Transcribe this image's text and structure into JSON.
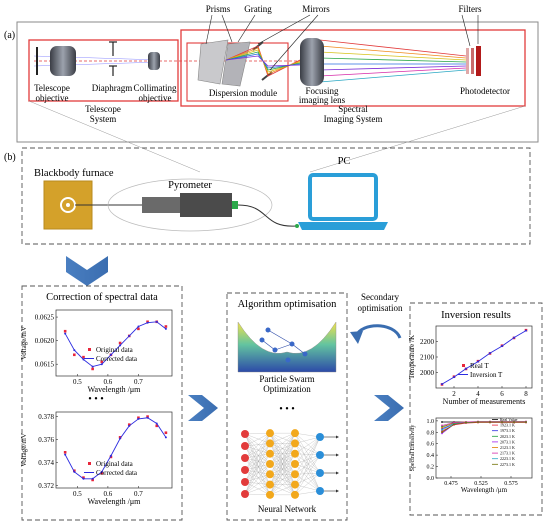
{
  "panel_a": {
    "label": "(a)",
    "top_labels": {
      "prisms": "Prisms",
      "grating": "Grating",
      "mirrors": "Mirrors",
      "filters": "Filters"
    },
    "components": {
      "telescope_objective": [
        "Telescope",
        "objective"
      ],
      "diaphragm": "Diaphragm",
      "collimating_objective": [
        "Collimating",
        "objective"
      ],
      "dispersion_module": "Dispersion module",
      "focusing_lens": [
        "Focusing",
        "imaging lens"
      ],
      "photodetector": "Photodetector"
    },
    "systems": {
      "telescope": [
        "Telescope",
        "System"
      ],
      "spectral": [
        "Spectral",
        "Imaging System"
      ]
    }
  },
  "panel_b": {
    "label": "(b)",
    "blackbody": "Blackbody furnace",
    "pyrometer": "Pyrometer",
    "pc": "PC"
  },
  "boxes": {
    "correction": {
      "title": "Correction of spectral data",
      "dots": "• • •",
      "legend": [
        "Original data",
        "Corrected data"
      ]
    },
    "algorithm": {
      "title": "Algorithm optimisation",
      "pso": [
        "Particle Swarm",
        "Optimization"
      ],
      "dots": "• • •",
      "nn": "Neural Network"
    },
    "secondary": [
      "Secondary",
      "optimisation"
    ],
    "inversion": {
      "title": "Inversion results"
    }
  },
  "chart_data": [
    {
      "type": "line",
      "title": "",
      "xlabel": "Wavelength /μm",
      "ylabel": "Voltage/mV",
      "xlim": [
        0.43,
        0.81
      ],
      "ylim": [
        0.06125,
        0.06265
      ],
      "xticks": [
        0.5,
        0.6,
        0.7
      ],
      "yticks": [
        0.0615,
        0.062,
        0.0625
      ],
      "ytick_labels": [
        "0.0615",
        "0.0620",
        "0.0625"
      ],
      "series": [
        {
          "name": "Original data",
          "style": "marker",
          "color": "#e8263b",
          "x": [
            0.46,
            0.49,
            0.52,
            0.55,
            0.58,
            0.61,
            0.64,
            0.67,
            0.7,
            0.73,
            0.76,
            0.79
          ],
          "y": [
            0.0622,
            0.0617,
            0.06165,
            0.0614,
            0.06155,
            0.0617,
            0.06195,
            0.0621,
            0.06225,
            0.0624,
            0.0624,
            0.0623
          ]
        },
        {
          "name": "Corrected data",
          "style": "line",
          "color": "#2c2ce0",
          "x": [
            0.46,
            0.49,
            0.52,
            0.55,
            0.58,
            0.61,
            0.64,
            0.67,
            0.7,
            0.73,
            0.76,
            0.79
          ],
          "y": [
            0.06215,
            0.0618,
            0.0616,
            0.06145,
            0.0615,
            0.0617,
            0.0619,
            0.0621,
            0.0623,
            0.06238,
            0.0624,
            0.06225
          ]
        }
      ]
    },
    {
      "type": "line",
      "title": "",
      "xlabel": "Wavelength /μm",
      "ylabel": "Voltage/mV",
      "xlim": [
        0.43,
        0.81
      ],
      "ylim": [
        0.3718,
        0.3784
      ],
      "xticks": [
        0.5,
        0.6,
        0.7
      ],
      "yticks": [
        0.372,
        0.374,
        0.376,
        0.378
      ],
      "ytick_labels": [
        "0.372",
        "0.374",
        "0.376",
        "0.378"
      ],
      "series": [
        {
          "name": "Original data",
          "style": "marker",
          "color": "#e8263b",
          "x": [
            0.46,
            0.49,
            0.52,
            0.55,
            0.58,
            0.61,
            0.64,
            0.67,
            0.7,
            0.73,
            0.76,
            0.79
          ],
          "y": [
            0.3749,
            0.3733,
            0.3727,
            0.3725,
            0.3731,
            0.3745,
            0.3762,
            0.3773,
            0.3779,
            0.378,
            0.3772,
            0.3766
          ]
        },
        {
          "name": "Corrected data",
          "style": "line",
          "color": "#2c2ce0",
          "x": [
            0.46,
            0.49,
            0.52,
            0.55,
            0.58,
            0.61,
            0.64,
            0.67,
            0.7,
            0.73,
            0.76,
            0.79
          ],
          "y": [
            0.3747,
            0.3732,
            0.3726,
            0.3726,
            0.3732,
            0.3746,
            0.3761,
            0.3772,
            0.3778,
            0.3779,
            0.3774,
            0.3762
          ]
        }
      ]
    },
    {
      "type": "line",
      "title": "",
      "xlabel": "Number of measurements",
      "ylabel": "Temperature /K",
      "xlim": [
        0.5,
        8.5
      ],
      "ylim": [
        1900,
        2300
      ],
      "xticks": [
        2,
        4,
        6,
        8
      ],
      "yticks": [
        2000,
        2100,
        2200
      ],
      "series": [
        {
          "name": "Real T",
          "style": "marker",
          "color": "#e8263b",
          "x": [
            1,
            2,
            3,
            4,
            5,
            6,
            7,
            8
          ],
          "y": [
            1923,
            1973,
            2023,
            2073,
            2123,
            2173,
            2223,
            2273
          ]
        },
        {
          "name": "Inversion T",
          "style": "line",
          "color": "#2c2ce0",
          "x": [
            1,
            2,
            3,
            4,
            5,
            6,
            7,
            8
          ],
          "y": [
            1925,
            1970,
            2025,
            2070,
            2125,
            2170,
            2225,
            2270
          ]
        }
      ]
    },
    {
      "type": "line",
      "title": "",
      "xlabel": "Wavelength /μm",
      "ylabel": "Spectral Emissivity",
      "xlim": [
        0.45,
        0.61
      ],
      "ylim": [
        0.0,
        1.05
      ],
      "xticks": [
        0.475,
        0.525,
        0.575
      ],
      "xtick_labels": [
        "0.475",
        "0.525",
        "0.575"
      ],
      "yticks": [
        0.0,
        0.2,
        0.4,
        0.6,
        0.8,
        1.0
      ],
      "ytick_labels": [
        "0.0",
        "0.2",
        "0.4",
        "0.6",
        "0.8",
        "1.0"
      ],
      "legend": [
        "Real Value",
        "1923.1 K",
        "1973.1 K",
        "2023.1 K",
        "2073.1 K",
        "2123.1 K",
        "2173.1 K",
        "2223.1 K",
        "2273.1 K"
      ],
      "series": [
        {
          "name": "Real Value",
          "color": "#000000",
          "x": [
            0.46,
            0.48,
            0.5,
            0.52,
            0.54,
            0.56,
            0.58,
            0.6
          ],
          "y": [
            0.98,
            0.98,
            0.98,
            0.98,
            0.98,
            0.98,
            0.98,
            0.98
          ]
        },
        {
          "name": "1923.1 K",
          "color": "#e8263b",
          "x": [
            0.46,
            0.48,
            0.5,
            0.52,
            0.54,
            0.56,
            0.58,
            0.6
          ],
          "y": [
            0.82,
            0.93,
            0.96,
            0.97,
            0.97,
            0.97,
            0.97,
            0.97
          ]
        },
        {
          "name": "1973.1 K",
          "color": "#2c2ce0",
          "x": [
            0.46,
            0.48,
            0.5,
            0.52,
            0.54,
            0.56,
            0.58,
            0.6
          ],
          "y": [
            0.86,
            0.95,
            0.97,
            0.98,
            0.98,
            0.98,
            0.98,
            0.98
          ]
        },
        {
          "name": "2023.1 K",
          "color": "#1f9e3a",
          "x": [
            0.46,
            0.48,
            0.5,
            0.52,
            0.54,
            0.56,
            0.58,
            0.6
          ],
          "y": [
            0.9,
            0.96,
            0.98,
            0.98,
            0.98,
            0.98,
            0.98,
            0.98
          ]
        },
        {
          "name": "2073.1 K",
          "color": "#a020f0",
          "x": [
            0.46,
            0.48,
            0.5,
            0.52,
            0.54,
            0.56,
            0.58,
            0.6
          ],
          "y": [
            0.78,
            0.94,
            0.97,
            0.98,
            0.98,
            0.98,
            0.98,
            0.98
          ]
        },
        {
          "name": "2123.1 K",
          "color": "#e07b00",
          "x": [
            0.46,
            0.48,
            0.5,
            0.52,
            0.54,
            0.56,
            0.58,
            0.6
          ],
          "y": [
            0.88,
            0.97,
            0.98,
            0.98,
            0.98,
            0.98,
            0.98,
            0.98
          ]
        },
        {
          "name": "2173.1 K",
          "color": "#d62aa8",
          "x": [
            0.46,
            0.48,
            0.5,
            0.52,
            0.54,
            0.56,
            0.58,
            0.6
          ],
          "y": [
            0.92,
            0.97,
            0.98,
            0.99,
            0.99,
            0.99,
            0.99,
            0.99
          ]
        },
        {
          "name": "2223.1 K",
          "color": "#2aa8c4",
          "x": [
            0.46,
            0.48,
            0.5,
            0.52,
            0.54,
            0.56,
            0.58,
            0.6
          ],
          "y": [
            0.84,
            0.95,
            0.97,
            0.98,
            0.98,
            0.98,
            0.98,
            0.98
          ]
        },
        {
          "name": "2273.1 K",
          "color": "#707000",
          "x": [
            0.46,
            0.48,
            0.5,
            0.52,
            0.54,
            0.56,
            0.58,
            0.6
          ],
          "y": [
            0.8,
            0.94,
            0.97,
            0.98,
            0.98,
            0.98,
            0.98,
            0.98
          ]
        }
      ]
    }
  ]
}
